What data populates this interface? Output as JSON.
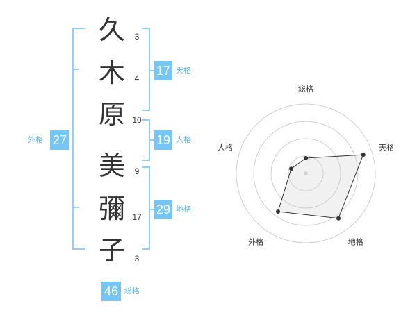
{
  "name": {
    "characters": [
      {
        "char": "久",
        "strokes": "3"
      },
      {
        "char": "木",
        "strokes": "4"
      },
      {
        "char": "原",
        "strokes": "10"
      },
      {
        "char": "美",
        "strokes": "9"
      },
      {
        "char": "彌",
        "strokes": "17"
      },
      {
        "char": "子",
        "strokes": "3"
      }
    ]
  },
  "kakusu": {
    "tenkaku": {
      "value": "17",
      "label": "天格"
    },
    "jinkaku": {
      "value": "19",
      "label": "人格"
    },
    "chikaku": {
      "value": "29",
      "label": "地格"
    },
    "gaikaku": {
      "value": "27",
      "label": "外格"
    },
    "soukaku": {
      "value": "46",
      "label": "総格"
    }
  },
  "colors": {
    "accent": "#77c5f4",
    "bracket": "#8fd0f7",
    "label": "#5bb8ef",
    "text": "#333333"
  },
  "chart_data": {
    "type": "radar",
    "axes": [
      "総格",
      "天格",
      "地格",
      "外格",
      "人格"
    ],
    "values": [
      0.22,
      0.87,
      0.8,
      0.68,
      0.22
    ],
    "scale": [
      0,
      1
    ],
    "rings": 4,
    "grid": true
  }
}
